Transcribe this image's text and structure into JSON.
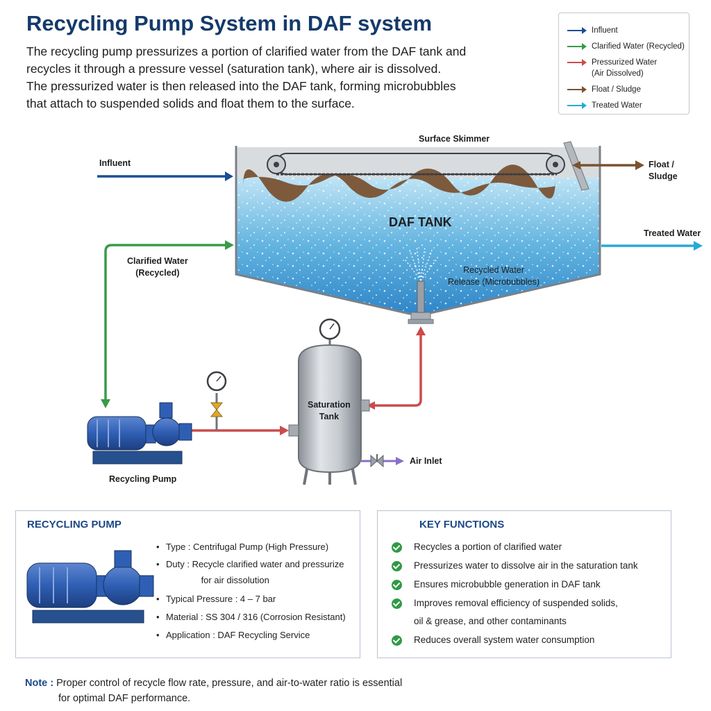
{
  "title": "Recycling Pump System in DAF system",
  "intro": [
    "The recycling pump pressurizes a portion of clarified water from the DAF tank and",
    "recycles it through a pressure vessel (saturation tank), where air is dissolved.",
    "The pressurized water is then released into the DAF tank, forming microbubbles",
    "that attach to suspended solids and float them to the surface."
  ],
  "legend": [
    {
      "label": "Influent",
      "color": "#1b4f94"
    },
    {
      "label": "Clarified Water (Recycled)",
      "color": "#3a9b4a"
    },
    {
      "label_lines": [
        "Pressurized Water",
        "(Air Dissolved)"
      ],
      "color": "#cc4b4b"
    },
    {
      "label": "Float / Sludge",
      "color": "#7a5230"
    },
    {
      "label": "Treated Water",
      "color": "#29a9d6"
    }
  ],
  "diagram": {
    "surface_skimmer": "Surface Skimmer",
    "influent": "Influent",
    "float_sludge": [
      "Float /",
      "Sludge"
    ],
    "daf_tank": "DAF TANK",
    "treated_water": "Treated Water",
    "clarified_water": [
      "Clarified Water",
      "(Recycled)"
    ],
    "recycled_release": [
      "Recycled Water",
      "Release (Microbubbles)"
    ],
    "saturation_tank": [
      "Saturation",
      "Tank"
    ],
    "air_inlet": "Air Inlet",
    "recycling_pump": "Recycling Pump"
  },
  "pump_panel": {
    "title": "RECYCLING PUMP",
    "specs": [
      {
        "lines": [
          "Type    : Centrifugal Pump (High Pressure)"
        ]
      },
      {
        "lines": [
          "Duty    : Recycle clarified water and pressurize",
          "              for air dissolution"
        ]
      },
      {
        "lines": [
          "Typical Pressure : 4 – 7 bar"
        ]
      },
      {
        "lines": [
          "Material : SS 304 / 316 (Corrosion Resistant)"
        ]
      },
      {
        "lines": [
          "Application : DAF Recycling Service"
        ]
      }
    ]
  },
  "functions_panel": {
    "title": "KEY FUNCTIONS",
    "items": [
      {
        "lines": [
          "Recycles a portion of clarified water"
        ]
      },
      {
        "lines": [
          "Pressurizes water to dissolve air in the saturation tank"
        ]
      },
      {
        "lines": [
          "Ensures microbubble generation in DAF tank"
        ]
      },
      {
        "lines": [
          "Improves removal efficiency of suspended solids,",
          "oil & grease, and other contaminants"
        ]
      },
      {
        "lines": [
          "Reduces overall system water consumption"
        ]
      }
    ]
  },
  "note": {
    "label": "Note :",
    "lines": [
      "Proper control of recycle flow rate, pressure, and air-to-water ratio is essential",
      "for optimal DAF performance."
    ]
  }
}
